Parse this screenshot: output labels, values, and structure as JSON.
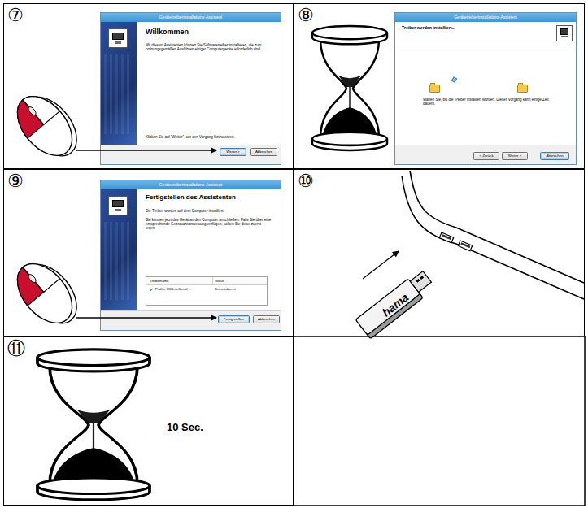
{
  "diagram": {
    "nodes": [
      {
        "text": [
          "⑦"
        ]
      },
      {
        "text": [
          "Gerätetreiberinstallations-Assistent",
          "Willkommen",
          "Mit diesem Assistenten können Sie Softwaretreiber installieren, die zum ordnungsgemäßen Ausführen einiger Computergeräte erforderlich sind.",
          "Klicken Sie auf \"Weiter\", um den Vorgang fortzusetzen."
        ],
        "in": 0
      },
      {
        "text": [
          "Weiter >"
        ],
        "in": 1
      },
      {
        "text": [
          "Abbrechen"
        ],
        "in": 1
      },
      {
        "text": [
          "⑧"
        ]
      },
      {
        "text": [
          "Gerätetreiberinstallations-Assistent",
          "Treiber werden installiert...",
          "Warten Sie, bis die Treiber installiert wurden. Dieser Vorgang kann einige Zeit dauern."
        ],
        "in": 4
      },
      {
        "text": [
          "< Zurück"
        ],
        "in": 5
      },
      {
        "text": [
          "Weiter >"
        ],
        "in": 5
      },
      {
        "text": [
          "Abbrechen"
        ],
        "in": 5
      },
      {
        "text": [
          "⑨"
        ]
      },
      {
        "text": [
          "Gerätetreiberinstallations-Assistent",
          "Fertigstellen des Assistenten",
          "Die Treiber wurden auf dem Computer installiert.",
          "Sie können jetzt das Gerät an den Computer anschließen. Falls Sie über eine entsprechende Gebrauchsanweisung verfügen, sollten Sie diese zuerst lesen."
        ],
        "in": 9
      },
      {
        "text": [
          "Treibername",
          "Status",
          "Prolific USB-to-Serial ...",
          "Betriebsbereit"
        ],
        "in": 10
      },
      {
        "text": [
          "Fertig stellen"
        ],
        "in": 10
      },
      {
        "text": [
          "Abbrechen"
        ],
        "in": 10
      },
      {
        "text": [
          "⑩"
        ]
      },
      {
        "text": [
          "⑪"
        ]
      }
    ],
    "labels": [
      "10 Sec.",
      "hama"
    ]
  }
}
